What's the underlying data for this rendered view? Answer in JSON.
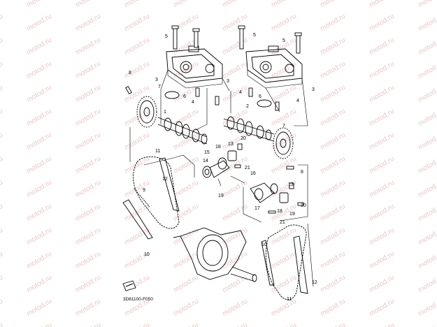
{
  "diagram": {
    "code": "3D81100-F050",
    "watermark": "motod.ru",
    "callouts": [
      "1",
      "2",
      "3",
      "4",
      "5",
      "6",
      "7",
      "8",
      "9",
      "10",
      "11",
      "12",
      "13",
      "14",
      "15",
      "16",
      "17",
      "18",
      "19",
      "20",
      "21"
    ]
  }
}
